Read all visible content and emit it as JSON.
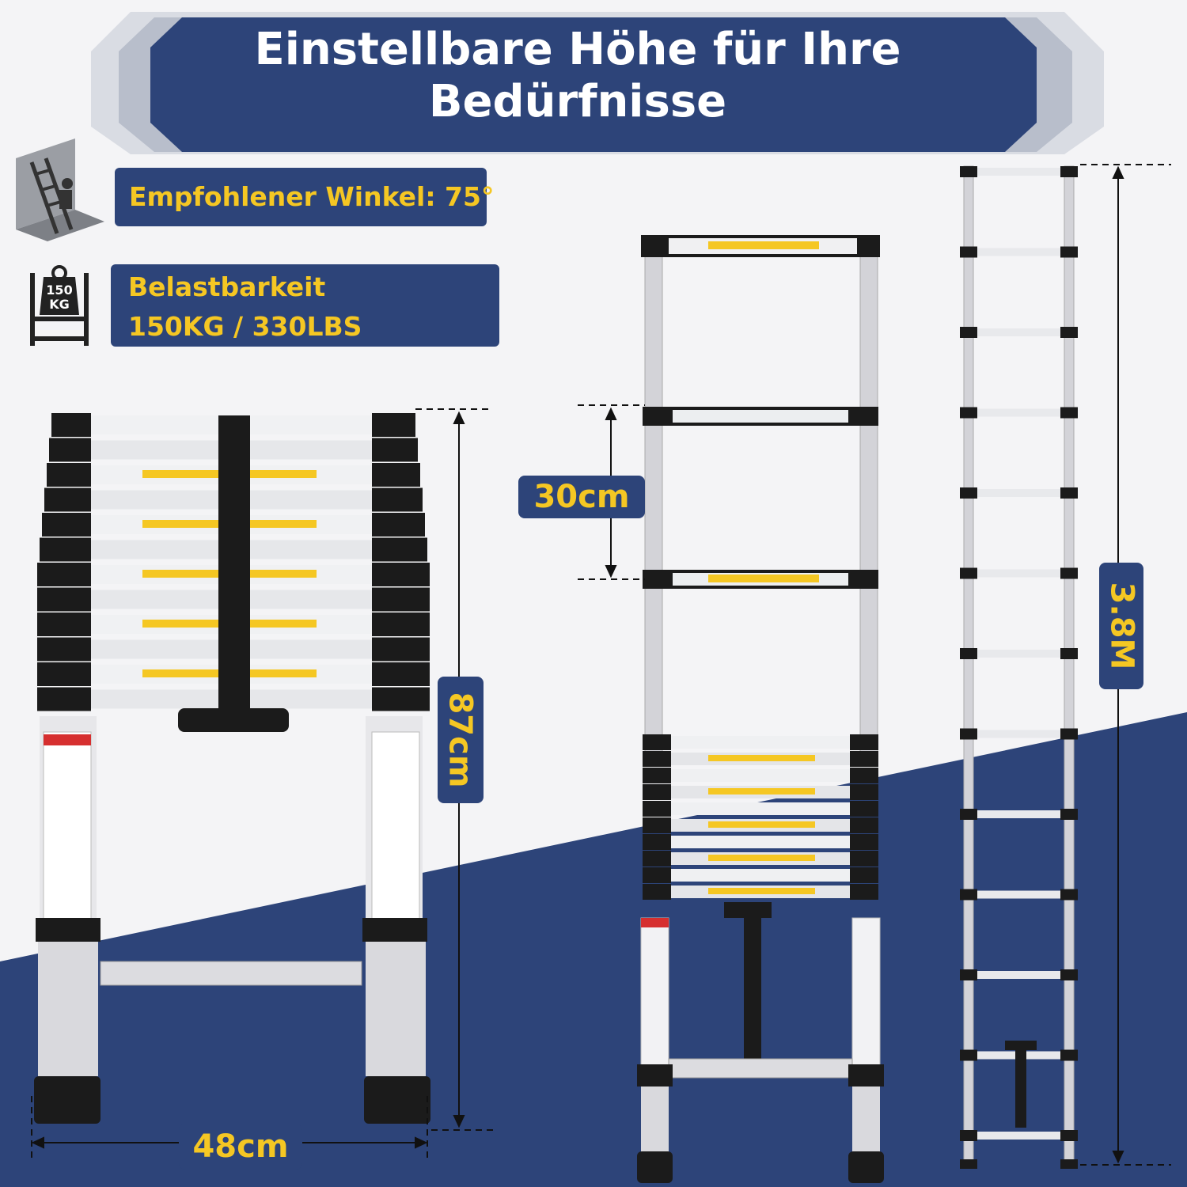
{
  "headline": {
    "line1": "Einstellbare Höhe für Ihre",
    "line2": "Bedürfnisse"
  },
  "features": {
    "angle": "Empfohlener Winkel: 75°",
    "capacity_line1": "Belastbarkeit",
    "capacity_line2": "150KG / 330LBS",
    "weight_icon_text": "150 KG"
  },
  "dimensions": {
    "step_spacing": "30cm",
    "width": "48cm",
    "folded_height": "87cm",
    "extended_height": "3.8M"
  },
  "colors": {
    "navy": "#2d4479",
    "yellow": "#f5c723",
    "background": "#f4f4f6"
  },
  "icons": [
    "ladder-angle-icon",
    "weight-150kg-icon"
  ]
}
